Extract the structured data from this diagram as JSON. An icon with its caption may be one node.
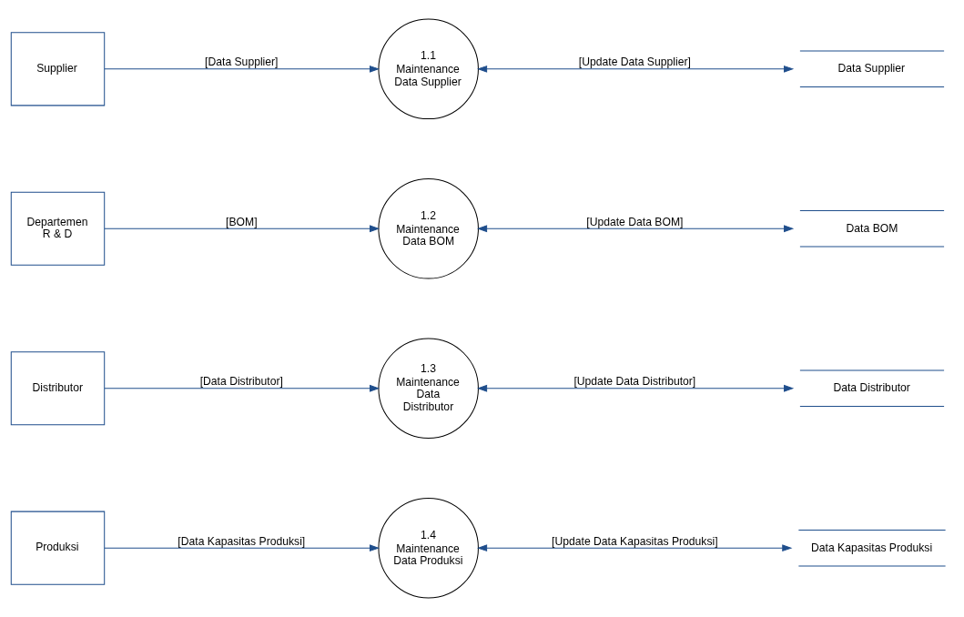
{
  "diagram": {
    "nodes": [
      {
        "text": [
          "Supplier"
        ]
      },
      {
        "text": [
          "1.1",
          "Maintenance Data Supplier"
        ]
      },
      {
        "text": [
          "Data Supplier"
        ]
      },
      {
        "text": [
          "Departemen R & D"
        ]
      },
      {
        "text": [
          "1.2",
          "Maintenance Data BOM"
        ]
      },
      {
        "text": [
          "Data BOM"
        ]
      },
      {
        "text": [
          "Distributor"
        ]
      },
      {
        "text": [
          "1.3",
          "Maintenance Data Distributor"
        ]
      },
      {
        "text": [
          "Data Distributor"
        ]
      },
      {
        "text": [
          "Produksi"
        ]
      },
      {
        "text": [
          "1.4",
          "Maintenance Data Produksi"
        ]
      },
      {
        "text": [
          "Data Kapasitas Produksi"
        ]
      }
    ],
    "edges": [
      {
        "from": 0,
        "to": 1,
        "arrow": "to",
        "label": "[Data Supplier]"
      },
      {
        "from": 1,
        "to": 2,
        "arrow": "both",
        "label": "[Update Data Supplier]"
      },
      {
        "from": 3,
        "to": 4,
        "arrow": "to",
        "label": "[BOM]"
      },
      {
        "from": 4,
        "to": 5,
        "arrow": "both",
        "label": "[Update Data BOM]"
      },
      {
        "from": 6,
        "to": 7,
        "arrow": "to",
        "label": "[Data Distributor]"
      },
      {
        "from": 7,
        "to": 8,
        "arrow": "both",
        "label": "[Update Data Distributor]"
      },
      {
        "from": 9,
        "to": 10,
        "arrow": "to",
        "label": "[Data Kapasitas Produksi]"
      },
      {
        "from": 10,
        "to": 11,
        "arrow": "both",
        "label": "[Update Data Kapasitas Produksi]"
      }
    ]
  }
}
